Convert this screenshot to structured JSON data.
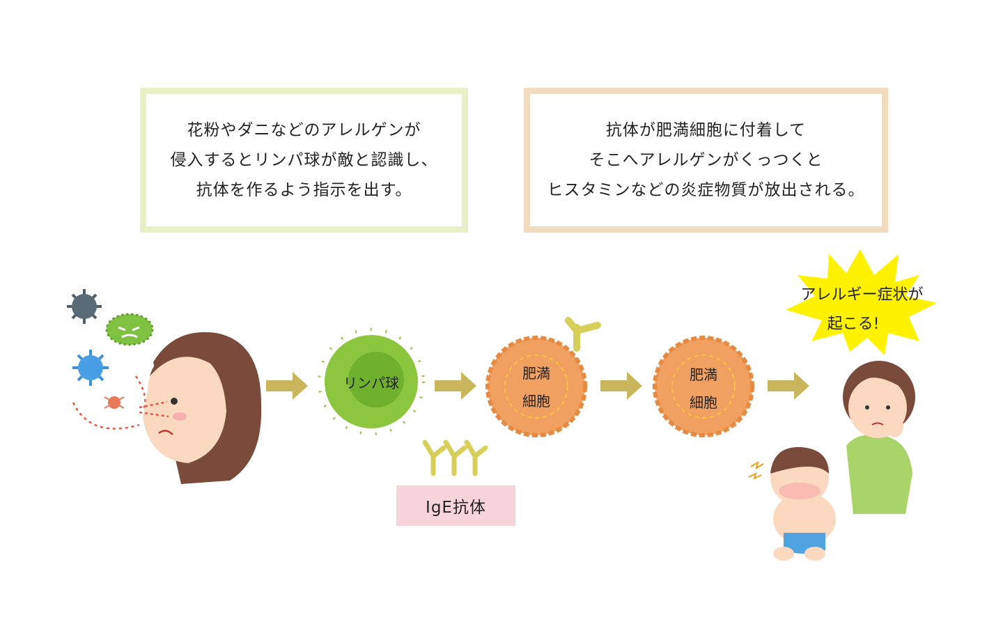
{
  "box_left": {
    "lines": [
      "花粉やダニなどのアレルゲンが",
      "侵入するとリンパ球が敵と認識し、",
      "抗体を作るよう指示を出す。"
    ]
  },
  "box_right": {
    "lines": [
      "抗体が肥満細胞に付着して",
      "そこへアレルゲンがくっつくと",
      "ヒスタミンなどの炎症物質が放出される。"
    ]
  },
  "lymphocyte_label": "リンパ球",
  "mast_cell_1": {
    "line1": "肥満",
    "line2": "細胞"
  },
  "mast_cell_2": {
    "line1": "肥満",
    "line2": "細胞"
  },
  "antibody_label": "IgE抗体",
  "burst": {
    "line1": "アレルギー症状が",
    "line2": "起こる!"
  },
  "colors": {
    "green_border": "#e8f0c6",
    "beige_border": "#f1dcbf",
    "arrow": "#c8b45a",
    "lymph": "#8cc63f",
    "mast": "#f0a060",
    "burst": "#fff200"
  }
}
